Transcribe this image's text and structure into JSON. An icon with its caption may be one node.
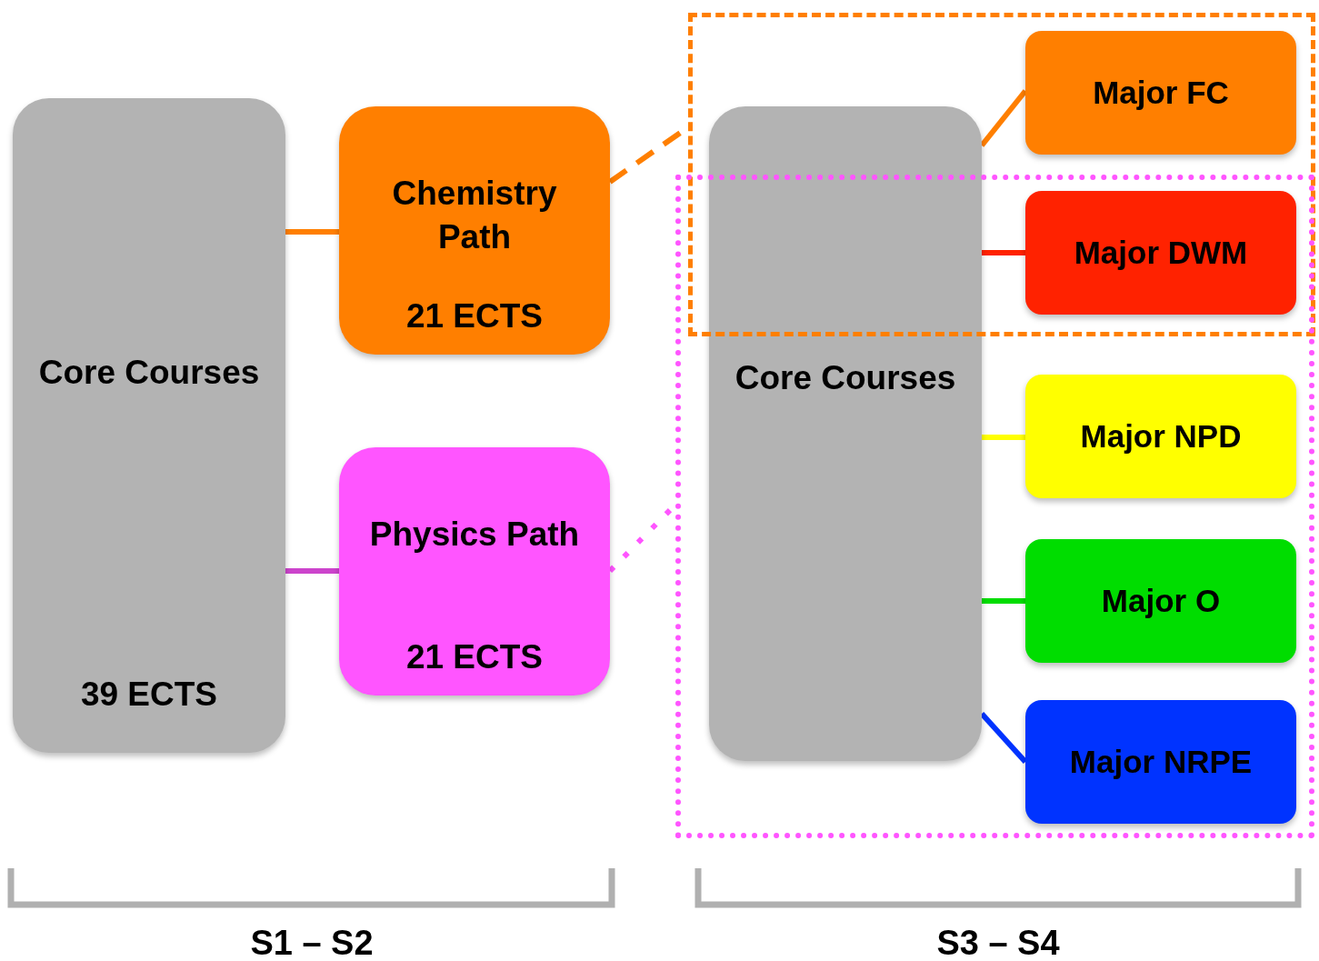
{
  "diagram": {
    "nodes": [
      {
        "text": [
          "Core Courses",
          "39 ECTS"
        ]
      },
      {
        "text": [
          "Chemistry Path",
          "21 ECTS"
        ]
      },
      {
        "text": [
          "Physics Path",
          "21 ECTS"
        ]
      },
      {
        "text": [],
        "shape": "box"
      },
      {
        "text": [],
        "shape": "box"
      },
      {
        "text": [
          "Core Courses"
        ]
      },
      {
        "text": [
          "Major FC"
        ],
        "in": 3
      },
      {
        "text": [
          "Major DWM"
        ]
      },
      {
        "text": [
          "Major NPD"
        ],
        "in": 4
      },
      {
        "text": [
          "Major O"
        ],
        "in": 4
      },
      {
        "text": [
          "Major NRPE"
        ],
        "in": 4
      }
    ],
    "edges": [
      {
        "from": 0,
        "to": 1,
        "arrow": "none",
        "color": "#ff7f00"
      },
      {
        "from": 0,
        "to": 2,
        "arrow": "none",
        "color": "#cc44cc"
      },
      {
        "from": 1,
        "to": 3,
        "arrow": "none",
        "style": "dashed",
        "color": "#ff7f00"
      },
      {
        "from": 2,
        "to": 4,
        "arrow": "none",
        "style": "dashed",
        "color": "#ff55ff"
      },
      {
        "from": 5,
        "to": 6,
        "arrow": "none",
        "color": "#ff7f00"
      },
      {
        "from": 5,
        "to": 7,
        "arrow": "none",
        "color": "#ff2200"
      },
      {
        "from": 5,
        "to": 8,
        "arrow": "none",
        "color": "#ffff00"
      },
      {
        "from": 5,
        "to": 9,
        "arrow": "none",
        "color": "#00dd00"
      },
      {
        "from": 5,
        "to": 10,
        "arrow": "none",
        "color": "#0033ff"
      }
    ],
    "labels": [
      "S1 – S2",
      "S3 – S4"
    ]
  }
}
